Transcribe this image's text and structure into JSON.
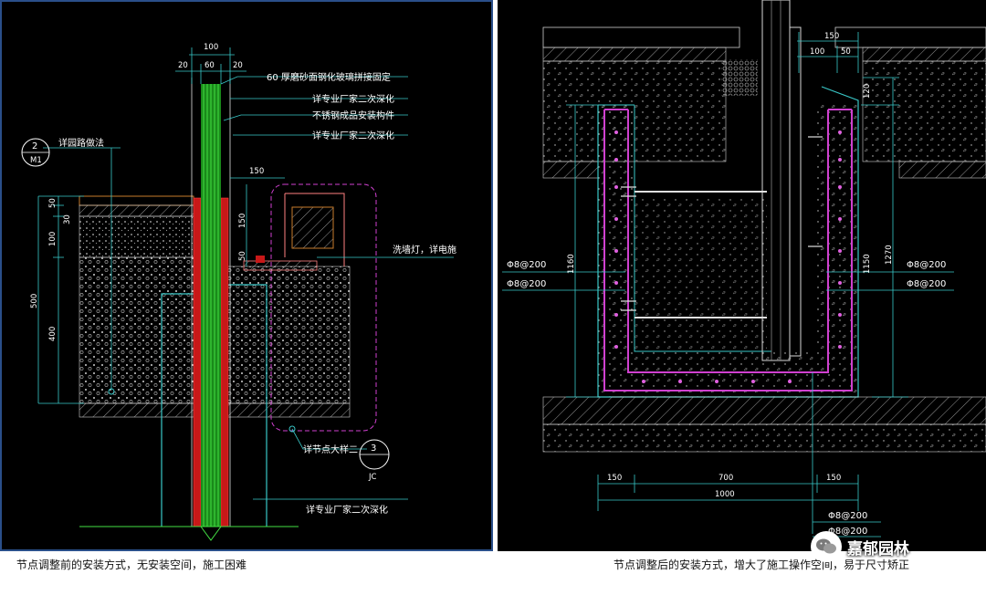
{
  "left_panel": {
    "labels": {
      "note1": "60 厚磨砂面钢化玻璃拼接固定",
      "note2": "详专业厂家二次深化",
      "note3": "不锈钢成品安装构件",
      "note4": "详专业厂家二次深化",
      "road_ref": "详园路做法",
      "road_ref_num": "2",
      "road_ref_sub": "M1",
      "lamp": "洗墙灯，详电施",
      "detail_ref": "详节点大样二",
      "detail_ref_num": "3",
      "detail_ref_sub": "JC",
      "vendor": "详专业厂家二次深化"
    },
    "dims": {
      "top_total": "100",
      "top_a": "20",
      "top_b": "60",
      "top_c": "20",
      "offset": "150",
      "lamp_h": "150",
      "lamp_small": "50",
      "total_h": "500",
      "h1": "50",
      "h2": "30",
      "h3": "100",
      "h4": "400"
    }
  },
  "right_panel": {
    "dims": {
      "top_total": "150",
      "top_a": "100",
      "top_b": "50",
      "left_h": "1160",
      "right_h1": "120",
      "right_h2": "1270",
      "right_h3": "1150",
      "bottom_a": "150",
      "bottom_b": "700",
      "bottom_c": "150",
      "bottom_total": "1000"
    },
    "rebar": {
      "l1": "Φ8@200",
      "l2": "Φ8@200",
      "r1": "Φ8@200",
      "r2": "Φ8@200",
      "b1": "Φ8@200",
      "b2": "Φ8@200"
    }
  },
  "captions": {
    "left": "节点调整前的安装方式，无安装空间，施工困难",
    "right": "节点调整后的安装方式，增大了施工操作空间，易于尺寸矫正"
  },
  "watermark": "嘉郁园林",
  "colors": {
    "background": "#000000",
    "glass": "#22c422",
    "steel": "#d01010",
    "magenta": "#d040d0",
    "cyan": "#39c8c8",
    "white": "#ffffff"
  }
}
